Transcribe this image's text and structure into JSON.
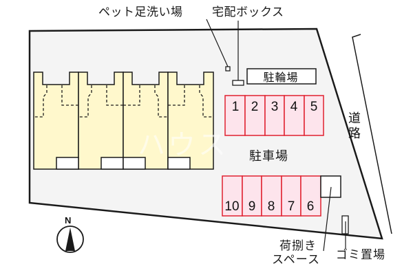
{
  "labels": {
    "pet_wash": "ペット足洗い場",
    "delivery_box": "宅配ボックス",
    "bicycle_parking": "駐輪場",
    "car_parking": "駐車場",
    "road_line1": "道",
    "road_line2": "路",
    "unloading_line1": "荷捌き",
    "unloading_line2": "スペース",
    "garbage": "ゴミ置場",
    "north": "N",
    "watermark": "ハウス"
  },
  "parking_top": [
    {
      "number": "1"
    },
    {
      "number": "2"
    },
    {
      "number": "3"
    },
    {
      "number": "4"
    },
    {
      "number": "5"
    }
  ],
  "parking_bottom": [
    {
      "number": "10"
    },
    {
      "number": "9"
    },
    {
      "number": "8"
    },
    {
      "number": "7"
    },
    {
      "number": "6"
    }
  ],
  "colors": {
    "lot_fill": "#f4f4f4",
    "building_fill": "#fff8cc",
    "parking_fill": "#fde4ec",
    "parking_stroke": "#e0202e",
    "outline": "#1a1a1a"
  }
}
